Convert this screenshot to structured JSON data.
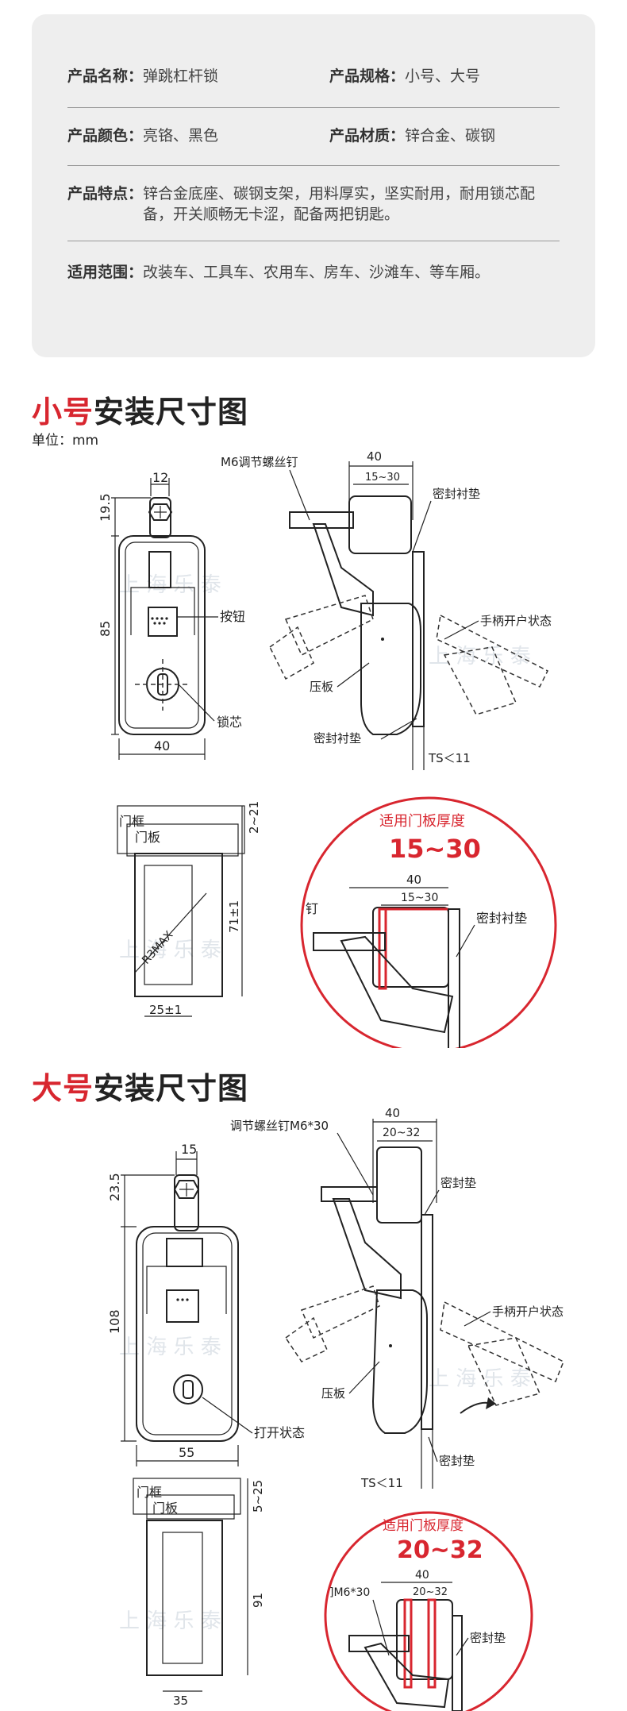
{
  "specs": {
    "name_label": "产品名称：",
    "name_value": "弹跳杠杆锁",
    "size_label": "产品规格：",
    "size_value": "小号、大号",
    "color_label": "产品颜色：",
    "color_value": "亮铬、黑色",
    "material_label": "产品材质：",
    "material_value": "锌合金、碳钢",
    "features_label": "产品特点：",
    "features_value": "锌合金底座、碳钢支架，用料厚实，坚实耐用，耐用锁芯配备，开关顺畅无卡涩，配备两把钥匙。",
    "scope_label": "适用范围：",
    "scope_value": "改装车、工具车、农用车、房车、沙滩车、等车厢。"
  },
  "small": {
    "title_highlight": "小号",
    "title_rest": "安装尺寸图",
    "unit": "单位：mm",
    "dim_12": "12",
    "dim_19_5": "19.5",
    "dim_85": "85",
    "dim_40": "40",
    "lbl_button": "按钮",
    "lbl_core": "锁芯",
    "lbl_screw": "M6调节螺丝钉",
    "lbl_seal_top": "密封衬垫",
    "lbl_handle_open": "手柄开户状态",
    "lbl_plate": "压板",
    "lbl_seal_bottom": "密封衬垫",
    "lbl_ts": "TS＜11",
    "side_dim_40": "40",
    "side_dim_15_30": "15~30",
    "frame": "门框",
    "panel": "门板",
    "dim_2_21": "2~21",
    "dim_71": "71±1",
    "dim_r3": "R3MAX",
    "dim_25": "25±1",
    "circle_title": "适用门板厚度",
    "circle_range": "15~30",
    "circle_40": "40",
    "circle_15_30": "15~30",
    "circle_seal": "密封衬垫",
    "circle_ding": "钉"
  },
  "large": {
    "title_highlight": "大号",
    "title_rest": "安装尺寸图",
    "dim_15": "15",
    "dim_23_5": "23.5",
    "dim_108": "108",
    "dim_55": "55",
    "lbl_open_state": "打开状态",
    "lbl_screw": "调节螺丝钉M6*30",
    "side_dim_40": "40",
    "side_dim_20_32": "20~32",
    "lbl_seal_top": "密封垫",
    "lbl_handle_open": "手柄开户状态",
    "lbl_plate": "压板",
    "lbl_seal_bottom": "密封垫",
    "lbl_ts": "TS＜11",
    "frame": "门框",
    "panel": "门板",
    "dim_5_25": "5~25",
    "dim_91": "91",
    "dim_35": "35",
    "circle_title": "适用门板厚度",
    "circle_range": "20~32",
    "circle_40": "40",
    "circle_20_32": "20~32",
    "circle_m6": "]M6*30",
    "circle_seal": "密封垫"
  },
  "colors": {
    "accent": "#d8262f",
    "card_bg": "#eeeeee"
  }
}
